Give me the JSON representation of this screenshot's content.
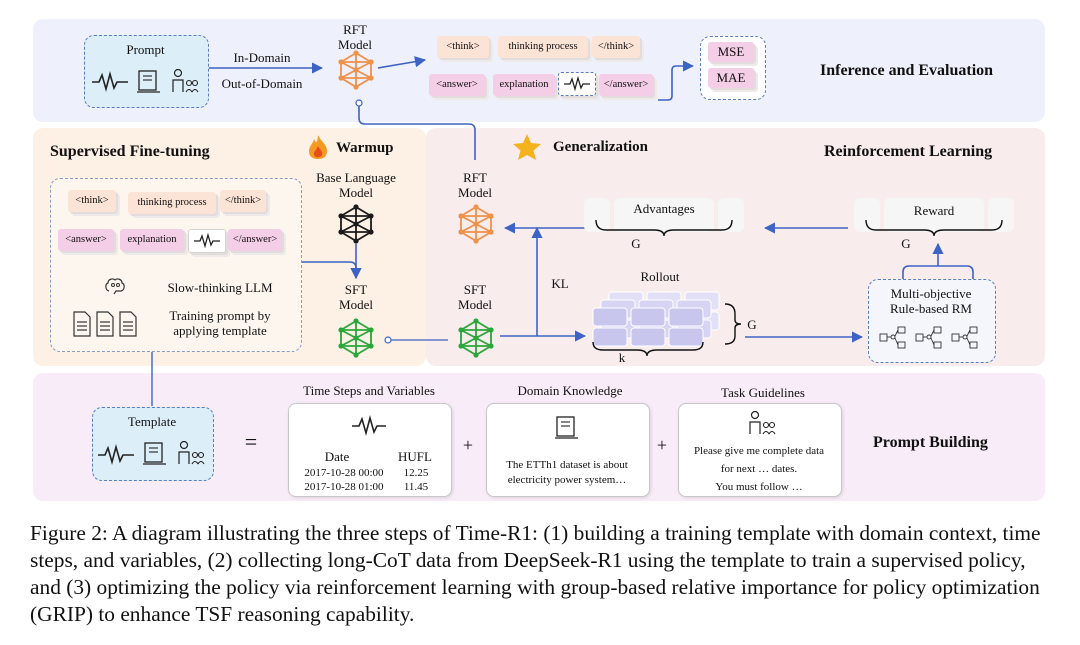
{
  "inference": {
    "title": "Inference and Evaluation",
    "prompt_label": "Prompt",
    "in_domain": "In-Domain",
    "out_of_domain": "Out-of-Domain",
    "rft_model": [
      "RFT",
      "Model"
    ],
    "think_open": "<think>",
    "thinking_process": "thinking process",
    "think_close": "</think>",
    "answer_open": "<answer>",
    "explanation": "explanation",
    "answer_close": "</answer>",
    "metrics": [
      "MSE",
      "MAE"
    ]
  },
  "sft": {
    "title": "Supervised Fine-tuning",
    "warmup": "Warmup",
    "base_model": [
      "Base Language",
      "Model"
    ],
    "sft_model": [
      "SFT",
      "Model"
    ],
    "think_open": "<think>",
    "thinking_process": "thinking process",
    "think_close": "</think>",
    "answer_open": "<answer>",
    "explanation": "explanation",
    "answer_close": "</answer>",
    "slow_thinking": "Slow-thinking LLM",
    "training_prompt": [
      "Training prompt by",
      "applying template"
    ]
  },
  "rl": {
    "title": "Reinforcement Learning",
    "generalization": "Generalization",
    "rft_model": [
      "RFT",
      "Model"
    ],
    "sft_model": [
      "SFT",
      "Model"
    ],
    "kl": "KL",
    "advantages": "Advantages",
    "g": "G",
    "reward": "Reward",
    "rollout": "Rollout",
    "k": "k",
    "rm": [
      "Multi-objective",
      "Rule-based RM"
    ]
  },
  "prompt_building": {
    "title": "Prompt Building",
    "template": "Template",
    "equals": "=",
    "plus": "+",
    "ts_title": "Time Steps and Variables",
    "table_headers": [
      "Date",
      "HUFL"
    ],
    "table_rows": [
      [
        "2017-10-28 00:00",
        "12.25"
      ],
      [
        "2017-10-28 01:00",
        "11.45"
      ]
    ],
    "dk_title": "Domain Knowledge",
    "dk_text": [
      "The ETTh1 dataset is about",
      "electricity power system…"
    ],
    "tg_title": "Task Guidelines",
    "tg_text": [
      "Please give me complete data",
      "for next … dates.",
      "You must follow …"
    ]
  },
  "caption": "Figure 2: A diagram illustrating the three steps of Time-R1: (1) building a training template with domain context, time steps, and variables, (2) collecting long-CoT data from DeepSeek-R1 using the template to train a supervised policy, and (3) optimizing the policy via reinforcement learning with group-based relative importance for policy optimization (GRIP) to enhance TSF reasoning capability.",
  "colors": {
    "inference_bg": "#eef0fb",
    "sft_bg": "#fdf1e6",
    "rl_bg": "#f8ecec",
    "prompt_bg": "#f8ecf8",
    "blue": "#3d63c4",
    "orange_net": "#f0914a",
    "black_net": "#1a1a1a",
    "green_net": "#2aa63a",
    "teal_box": "#dceef8"
  },
  "icons": [
    "wave-icon",
    "book-icon",
    "teacher-icon",
    "flame-icon",
    "star-icon",
    "brain-icon",
    "document-icon",
    "neural-network-icon"
  ]
}
